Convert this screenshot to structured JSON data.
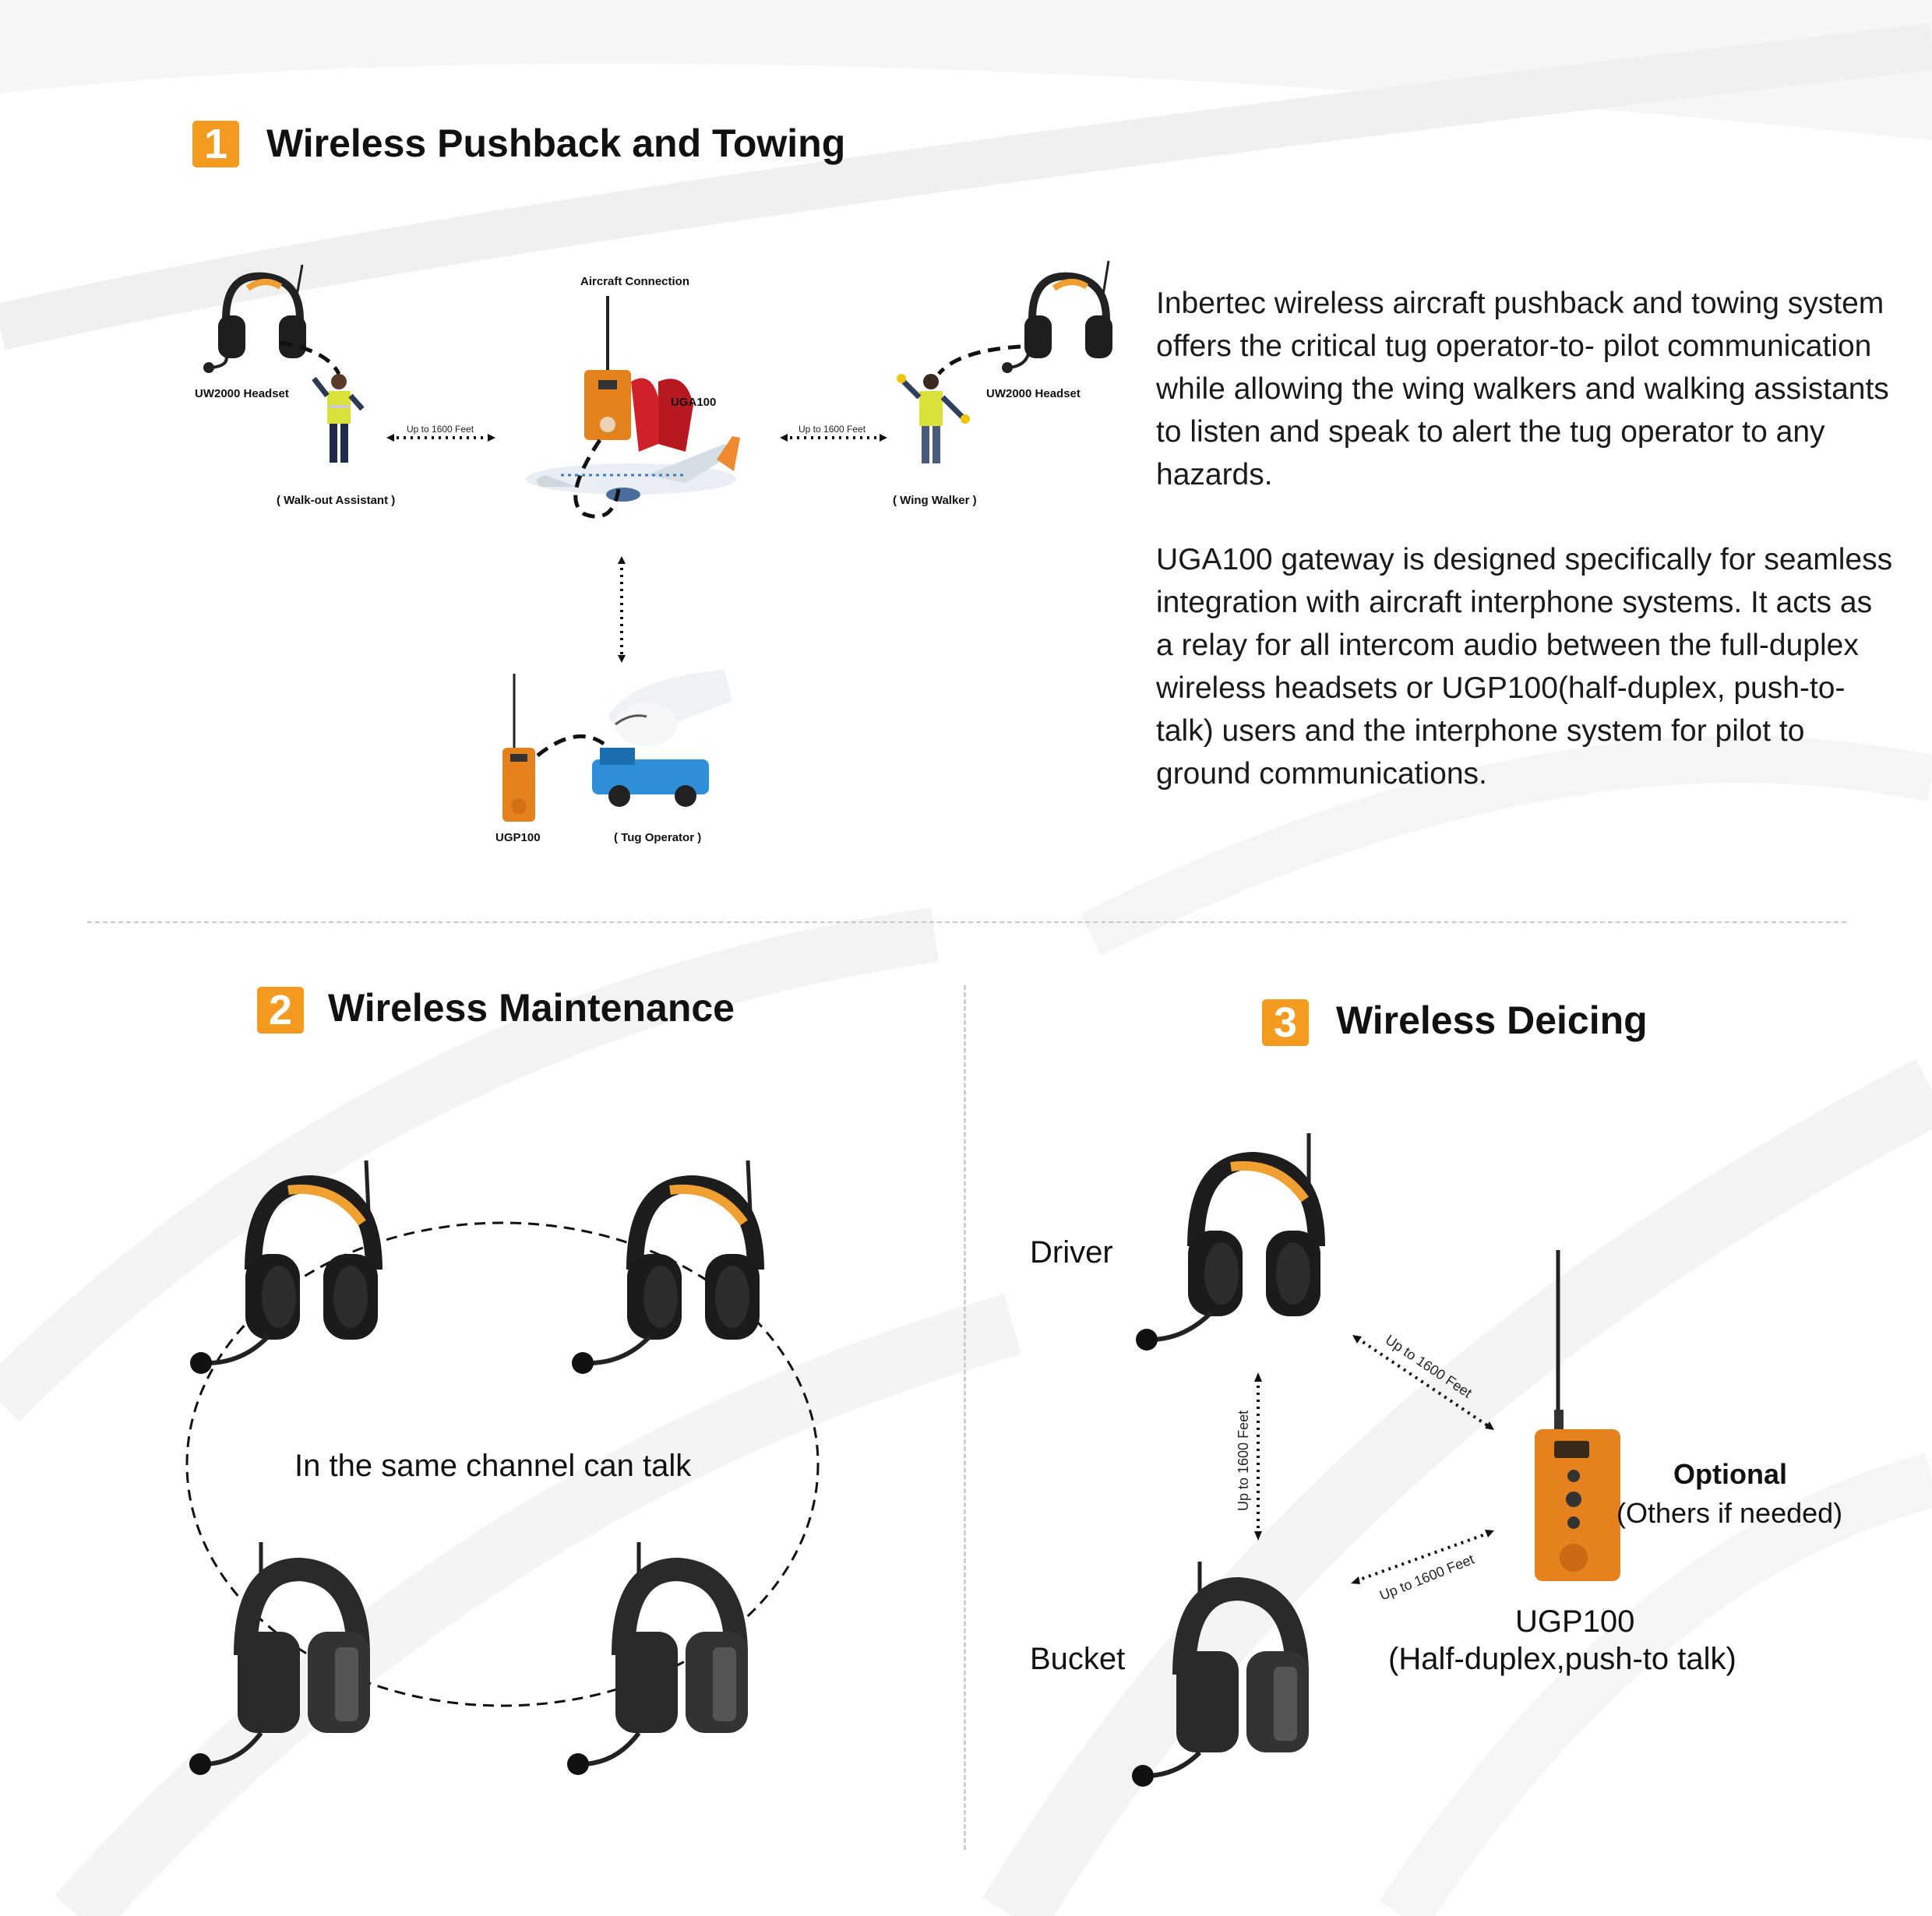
{
  "section1": {
    "number": "1",
    "title": "Wireless Pushback and Towing",
    "labels": {
      "aircraft_connection": "Aircraft Connection",
      "uw2000_left": "UW2000 Headset",
      "uw2000_right": "UW2000 Headset",
      "uga100": "UGA100",
      "range_left": "Up to 1600 Feet",
      "range_right": "Up to 1600 Feet",
      "walkout": "( Walk-out  Assistant )",
      "wingwalker": "( Wing Walker )",
      "ugp100": "UGP100",
      "tug": "( Tug Operator )"
    },
    "description_p1": "Inbertec wireless aircraft pushback and towing system offers the critical tug operator-to- pilot communication while allowing the wing walkers and walking assistants to listen and speak to alert the tug operator to any hazards.",
    "description_p2": "UGA100 gateway is designed specifically for seamless integration with aircraft interphone systems. It acts as a relay for all intercom audio between the full-duplex wireless headsets or UGP100(half-duplex, push-to-talk) users and the interphone system for pilot to ground communications."
  },
  "section2": {
    "number": "2",
    "title": "Wireless Maintenance",
    "center_text": "In the same channel can talk"
  },
  "section3": {
    "number": "3",
    "title": "Wireless Deicing",
    "driver": "Driver",
    "bucket": "Bucket",
    "range_top": "Up to 1600 Feet",
    "range_vertical": "Up to 1600 Feet",
    "range_bottom": "Up to 1600 Feet",
    "optional": "Optional",
    "others": "(Others if needed)",
    "ugp100": "UGP100",
    "ugp100_sub": "(Half-duplex,push-to talk)"
  },
  "colors": {
    "accent": "#f39a1f",
    "device_orange": "#e5821e",
    "headset_dark": "#1b1b1b",
    "headband_orange": "#f0a030"
  }
}
